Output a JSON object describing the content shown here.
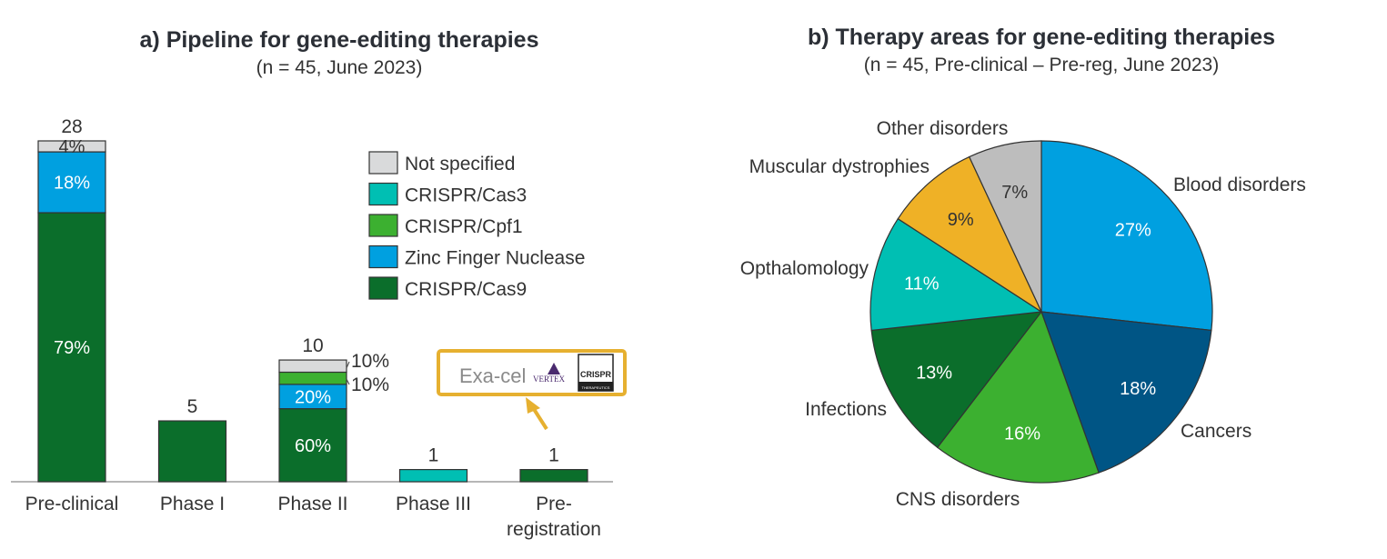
{
  "chart_data": [
    {
      "type": "bar",
      "title": "a) Pipeline for gene-editing therapies",
      "subtitle": "(n = 45, June 2023)",
      "categories": [
        "Pre-clinical",
        "Phase I",
        "Phase II",
        "Phase III",
        "Pre-\nregistration"
      ],
      "totals": [
        28,
        5,
        10,
        1,
        1
      ],
      "ylim": [
        0,
        28
      ],
      "series": [
        {
          "name": "CRISPR/Cas9",
          "color": "#0b6e2b",
          "values": [
            22.1,
            5,
            6,
            0,
            1
          ],
          "labels": [
            "79%",
            "",
            "60%",
            "",
            ""
          ],
          "label_color": "#ffffff"
        },
        {
          "name": "Zinc Finger Nuclease",
          "color": "#00a0e0",
          "values": [
            5.0,
            0,
            2,
            0,
            0
          ],
          "labels": [
            "18%",
            "",
            "20%",
            "",
            ""
          ],
          "label_color": "#ffffff"
        },
        {
          "name": "CRISPR/Cpf1",
          "color": "#3cb030",
          "values": [
            0,
            0,
            1,
            0,
            0
          ],
          "labels": [
            "",
            "",
            "",
            "",
            ""
          ],
          "label_color": "#333333"
        },
        {
          "name": "CRISPR/Cas3",
          "color": "#00bfb3",
          "values": [
            0,
            0,
            0,
            1,
            0
          ],
          "labels": [
            "",
            "",
            "",
            "",
            ""
          ],
          "label_color": "#333333"
        },
        {
          "name": "Not specified",
          "color": "#d9dadb",
          "values": [
            0.9,
            0,
            1,
            0,
            0
          ],
          "labels": [
            "4%",
            "",
            "",
            "",
            ""
          ],
          "label_color": "#333333"
        }
      ],
      "side_labels": [
        "10%",
        "10%"
      ],
      "legend": [
        "Not specified",
        "CRISPR/Cas3",
        "CRISPR/Cpf1",
        "Zinc Finger Nuclease",
        "CRISPR/Cas9"
      ],
      "legend_placement": "top-right",
      "callout": {
        "text": "Exa-cel",
        "logos": [
          "VERTEX",
          "CRISPR",
          "THERAPEUTICS"
        ],
        "box_color": "#e6b030"
      }
    },
    {
      "type": "pie",
      "title": "b) Therapy areas for gene-editing therapies",
      "subtitle": "(n = 45, Pre-clinical – Pre-reg, June 2023)",
      "slices": [
        {
          "name": "Blood disorders",
          "value": 27,
          "label": "27%",
          "color": "#00a0e0",
          "label_color": "#ffffff"
        },
        {
          "name": "Cancers",
          "value": 18,
          "label": "18%",
          "color": "#005585",
          "label_color": "#ffffff"
        },
        {
          "name": "CNS disorders",
          "value": 16,
          "label": "16%",
          "color": "#3cb030",
          "label_color": "#ffffff"
        },
        {
          "name": "Infections",
          "value": 13,
          "label": "13%",
          "color": "#0b6e2b",
          "label_color": "#ffffff"
        },
        {
          "name": "Opthalomology",
          "value": 11,
          "label": "11%",
          "color": "#00bfb3",
          "label_color": "#ffffff"
        },
        {
          "name": "Muscular dystrophies",
          "value": 9,
          "label": "9%",
          "color": "#efb126",
          "label_color": "#333333"
        },
        {
          "name": "Other disorders",
          "value": 7,
          "label": "7%",
          "color": "#bdbdbd",
          "label_color": "#333333"
        }
      ]
    }
  ]
}
